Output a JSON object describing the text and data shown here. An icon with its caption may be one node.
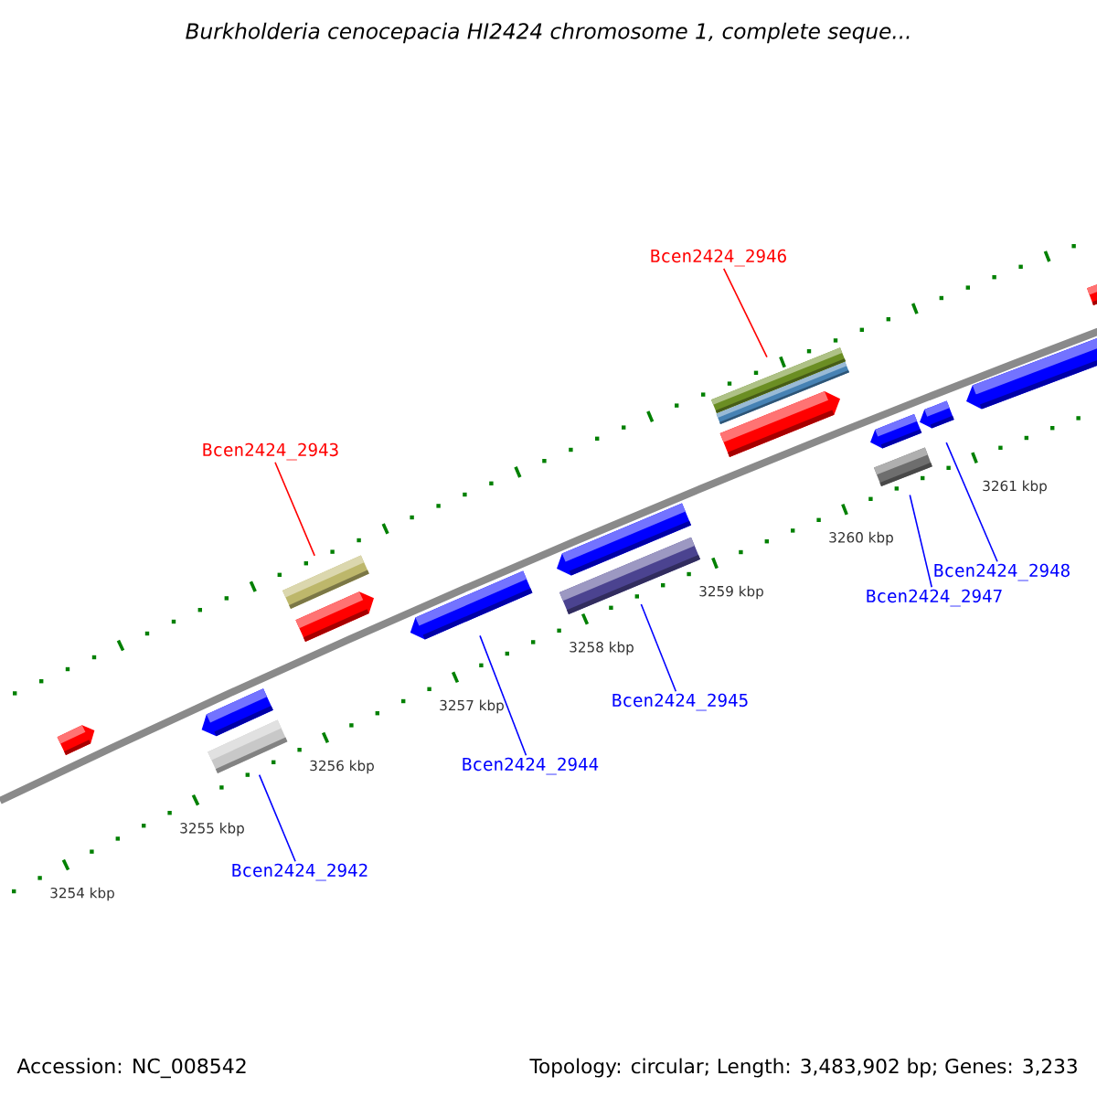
{
  "diagram": {
    "title": "Burkholderia cenocepacia HI2424 chromosome 1, complete seque...",
    "nodes": [
      {
        "text": [
          "Bcen2424_2946"
        ]
      },
      {
        "text": [],
        "shape": "bar"
      },
      {
        "text": [
          "Bcen2424_2943"
        ]
      },
      {
        "text": [],
        "shape": "bar"
      },
      {
        "text": [
          "Bcen2424_2948"
        ]
      },
      {
        "text": [],
        "shape": "arrow"
      },
      {
        "text": [
          "Bcen2424_2947"
        ]
      },
      {
        "text": [],
        "shape": "bar"
      },
      {
        "text": [
          "Bcen2424_2945"
        ]
      },
      {
        "text": [],
        "shape": "bar"
      },
      {
        "text": [
          "Bcen2424_2944"
        ]
      },
      {
        "text": [],
        "shape": "arrow"
      },
      {
        "text": [
          "Bcen2424_2942"
        ]
      },
      {
        "text": [],
        "shape": "bar"
      }
    ],
    "edges": [
      {
        "from": 0,
        "to": 1,
        "arrow": "none",
        "color": "#ff0000"
      },
      {
        "from": 2,
        "to": 3,
        "arrow": "none",
        "color": "#ff0000"
      },
      {
        "from": 4,
        "to": 5,
        "arrow": "none"
      },
      {
        "from": 6,
        "to": 7,
        "arrow": "none"
      },
      {
        "from": 8,
        "to": 9,
        "arrow": "none"
      },
      {
        "from": 10,
        "to": 11,
        "arrow": "none"
      },
      {
        "from": 12,
        "to": 13,
        "arrow": "none"
      }
    ],
    "labels": [
      "3254 kbp",
      "3255 kbp",
      "3256 kbp",
      "3257 kbp",
      "3258 kbp",
      "3259 kbp",
      "3260 kbp",
      "3261 kbp",
      "Accession: NC_008542",
      "Topology: circular; Length: 3,483,902 bp; Genes: 3,233"
    ]
  }
}
